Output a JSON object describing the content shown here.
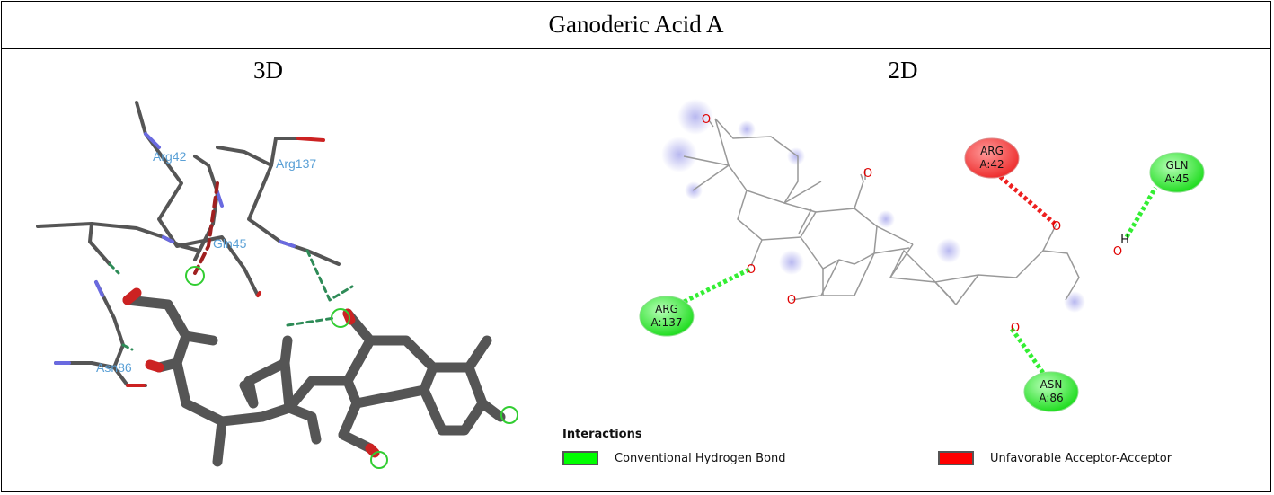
{
  "title": "Ganoderic Acid A",
  "columns": {
    "left": "3D",
    "right": "2D"
  },
  "view_3d": {
    "residue_labels": [
      "Arg42",
      "Arg137",
      "Gln45",
      "Asn86"
    ]
  },
  "view_2d": {
    "residues": [
      {
        "name": "ARG",
        "chain_pos": "A:42",
        "interaction": "Unfavorable Acceptor-Acceptor"
      },
      {
        "name": "GLN",
        "chain_pos": "A:45",
        "interaction": "Conventional Hydrogen Bond"
      },
      {
        "name": "ARG",
        "chain_pos": "A:137",
        "interaction": "Conventional Hydrogen Bond"
      },
      {
        "name": "ASN",
        "chain_pos": "A:86",
        "interaction": "Conventional Hydrogen Bond"
      }
    ],
    "atom_labels": {
      "oxygen": "O",
      "hydrogen": "H"
    },
    "legend": {
      "title": "Interactions",
      "items": [
        {
          "label": "Conventional Hydrogen Bond",
          "color": "#00ff00"
        },
        {
          "label": "Unfavorable Acceptor-Acceptor",
          "color": "#ff0000"
        }
      ]
    }
  }
}
